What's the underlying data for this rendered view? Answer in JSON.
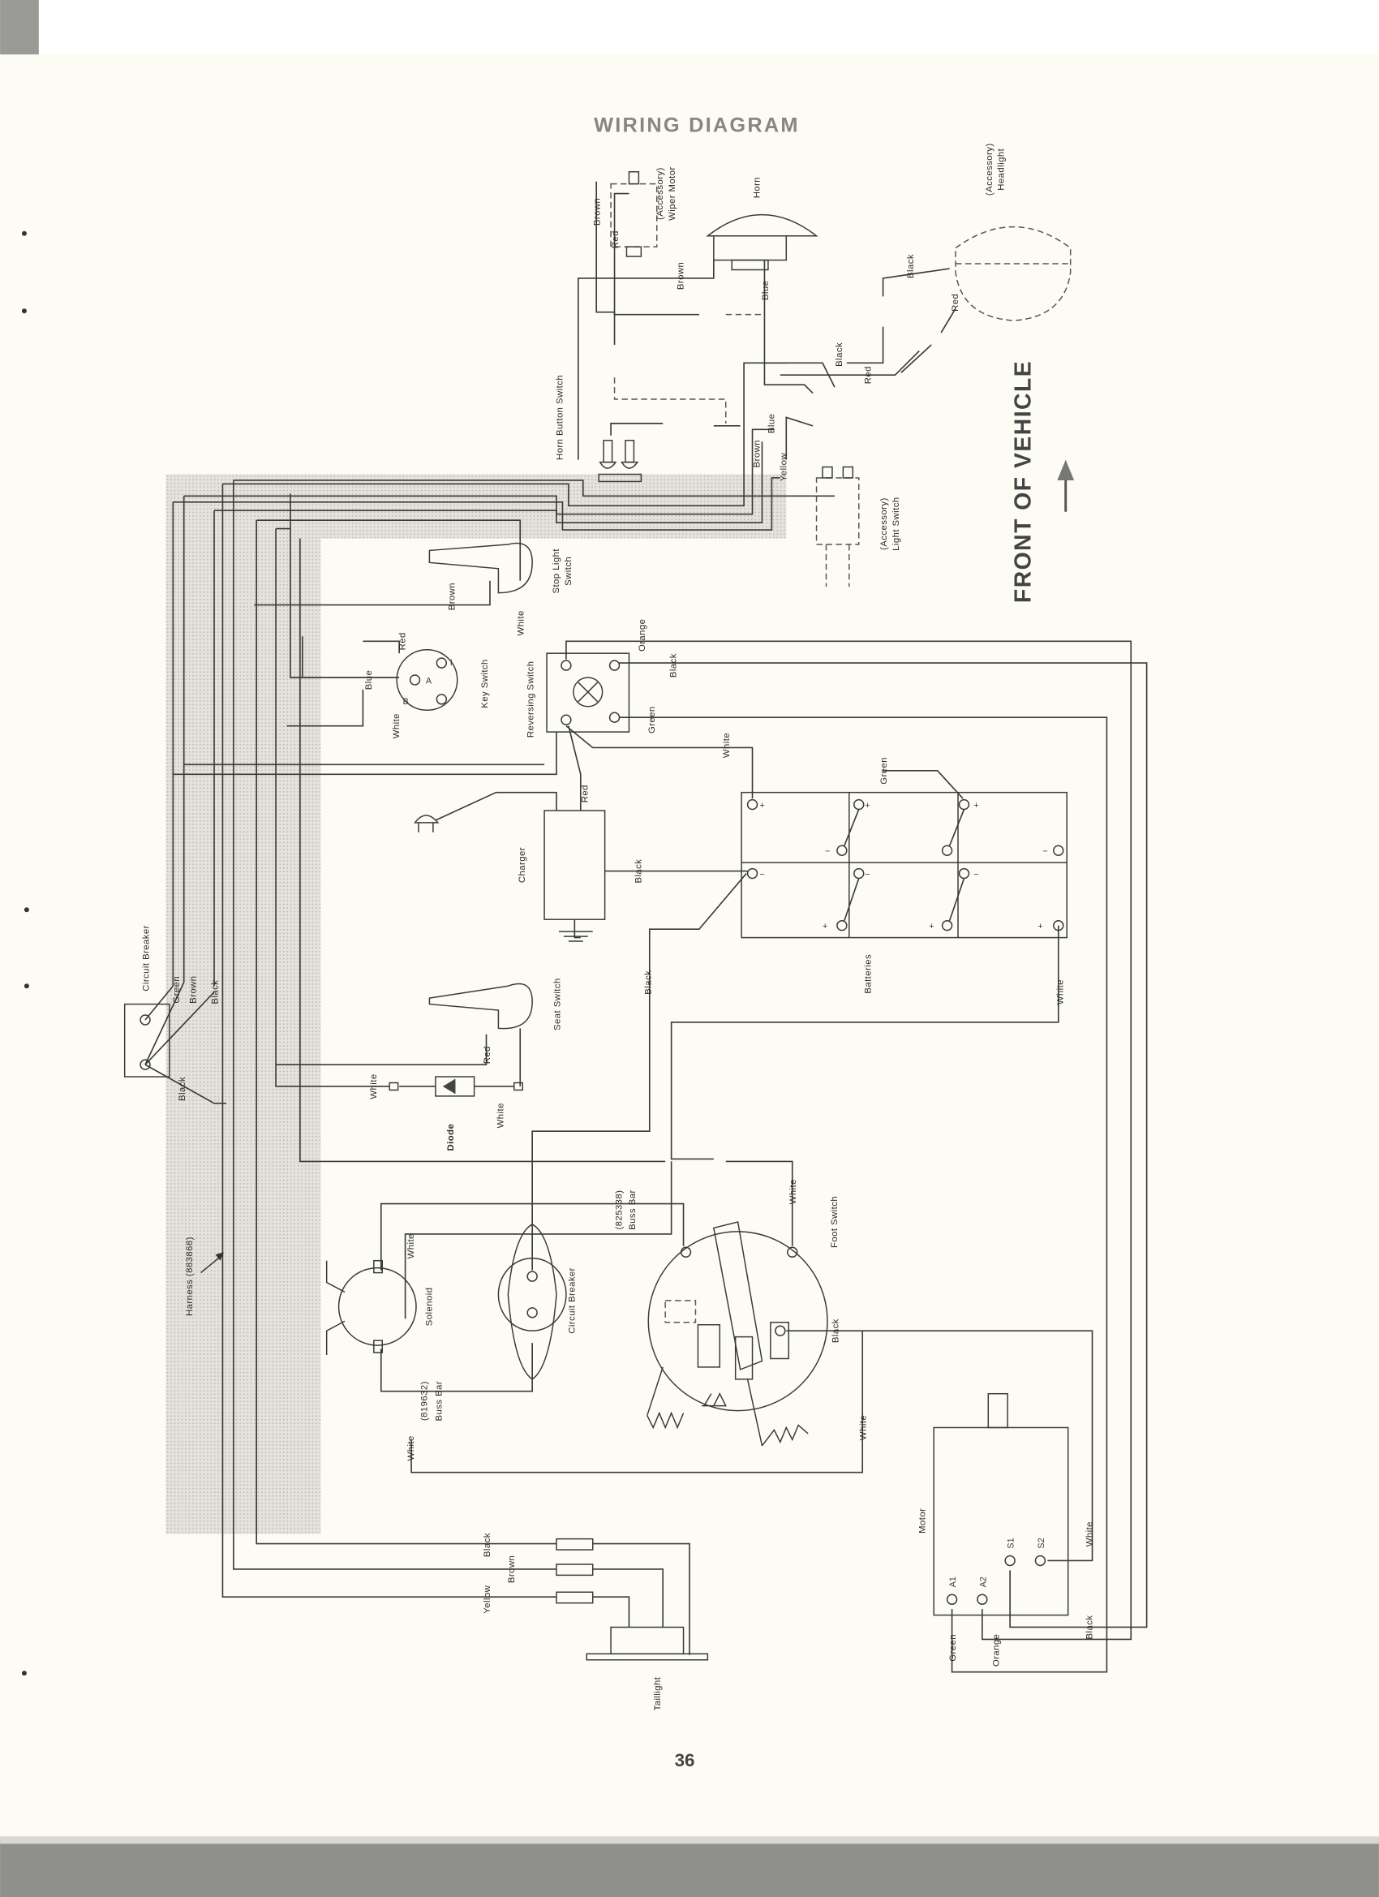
{
  "title": "WIRING DIAGRAM",
  "front_label": "FRONT OF VEHICLE",
  "page_number": "36",
  "components": {
    "wiper_motor": [
      "(Accessory)",
      "Wiper Motor"
    ],
    "horn": "Horn",
    "headlight": [
      "(Accessory)",
      "Headlight"
    ],
    "light_switch": [
      "(Accessory)",
      "Light Switch"
    ],
    "horn_button_switch": "Horn Button Switch",
    "stop_light_switch": [
      "Stop Light",
      "Switch"
    ],
    "key_switch": "Key Switch",
    "key_terminals": [
      "I",
      "A",
      "B"
    ],
    "reversing_switch": "Reversing Switch",
    "charger": "Charger",
    "batteries": "Batteries",
    "battery_terminals": [
      "+",
      "−"
    ],
    "seat_switch": "Seat Switch",
    "diode": "Diode",
    "circuit_breaker_top": "Circuit Breaker",
    "harness": "Harness (883868)",
    "solenoid": "Solenoid",
    "circuit_breaker": "Circuit Breaker",
    "buss_bar_1": [
      "(819632)",
      "Buss Bar"
    ],
    "buss_bar_2": [
      "(825338)",
      "Buss Bar"
    ],
    "foot_switch": "Foot Switch",
    "motor": "Motor",
    "motor_terminals": [
      "A1",
      "A2",
      "S1",
      "S2"
    ],
    "taillight": "Taillight"
  },
  "wire_labels": [
    "Brown",
    "Red",
    "Brown",
    "Blue",
    "Black",
    "Red",
    "Black",
    "Red",
    "Blue",
    "Brown",
    "Yellow",
    "Brown",
    "White",
    "Red",
    "Blue",
    "White",
    "Orange",
    "Black",
    "Green",
    "White",
    "Red",
    "Green",
    "Black",
    "Black",
    "White",
    "Green",
    "Brown",
    "Black",
    "Black",
    "Red",
    "White",
    "White",
    "White",
    "White",
    "Black",
    "White",
    "White",
    "White",
    "Black",
    "Brown",
    "Yellow",
    "Green",
    "Orange",
    "Black"
  ]
}
